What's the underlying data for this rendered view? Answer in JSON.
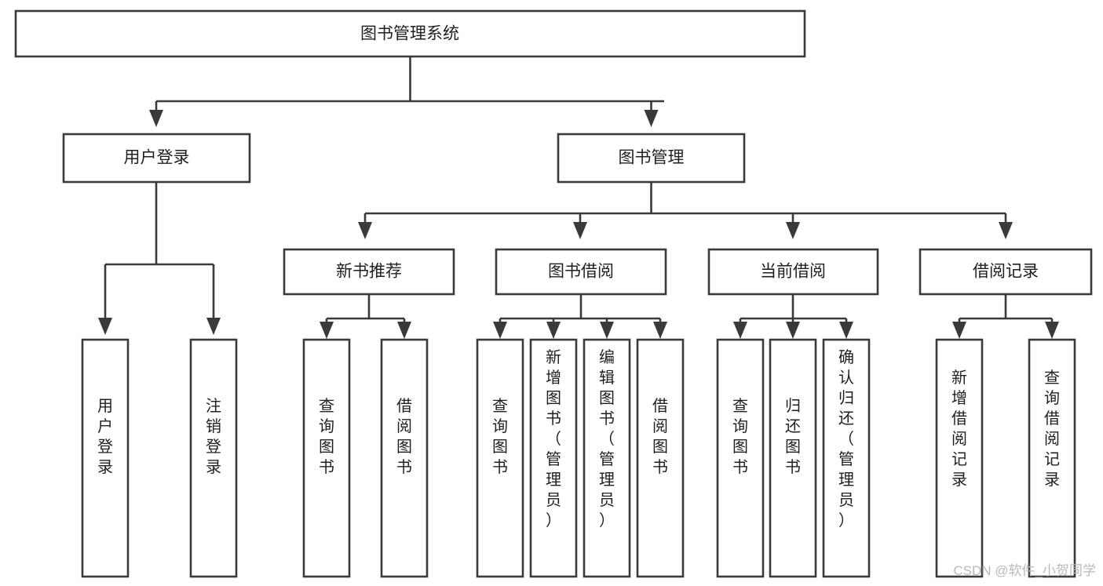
{
  "diagram": {
    "type": "tree-hierarchy",
    "title": "图书管理系统",
    "orientation": "top-down",
    "root": {
      "id": "root",
      "label": "图书管理系统",
      "level": 0
    },
    "level1": [
      {
        "id": "user-login",
        "label": "用户登录"
      },
      {
        "id": "book-manage",
        "label": "图书管理"
      }
    ],
    "level2": [
      {
        "id": "new-book-rec",
        "label": "新书推荐",
        "parent": "book-manage"
      },
      {
        "id": "book-borrow",
        "label": "图书借阅",
        "parent": "book-manage"
      },
      {
        "id": "current-borrow",
        "label": "当前借阅",
        "parent": "book-manage"
      },
      {
        "id": "borrow-record",
        "label": "借阅记录",
        "parent": "book-manage"
      }
    ],
    "leaves": [
      {
        "id": "leaf-user-login",
        "label": "用户登录",
        "parent": "user-login"
      },
      {
        "id": "leaf-user-logout",
        "label": "注销登录",
        "parent": "user-login"
      },
      {
        "id": "leaf-query-book-1",
        "label": "查询图书",
        "parent": "new-book-rec"
      },
      {
        "id": "leaf-borrow-book-1",
        "label": "借阅图书",
        "parent": "new-book-rec"
      },
      {
        "id": "leaf-query-book-2",
        "label": "查询图书",
        "parent": "book-borrow"
      },
      {
        "id": "leaf-add-book",
        "label": "新增图书（管理员）",
        "parent": "book-borrow"
      },
      {
        "id": "leaf-edit-book",
        "label": "编辑图书（管理员）",
        "parent": "book-borrow"
      },
      {
        "id": "leaf-borrow-book-2",
        "label": "借阅图书",
        "parent": "book-borrow"
      },
      {
        "id": "leaf-query-book-3",
        "label": "查询图书",
        "parent": "current-borrow"
      },
      {
        "id": "leaf-return-book",
        "label": "归还图书",
        "parent": "current-borrow"
      },
      {
        "id": "leaf-confirm-return",
        "label": "确认归还（管理员）",
        "parent": "current-borrow"
      },
      {
        "id": "leaf-add-record",
        "label": "新增借阅记录",
        "parent": "borrow-record"
      },
      {
        "id": "leaf-query-record",
        "label": "查询借阅记录",
        "parent": "borrow-record"
      }
    ],
    "colors": {
      "stroke": "#3a3a3a",
      "fill": "#ffffff",
      "text": "#1f1f1f",
      "watermark": "#b9b9b9",
      "background": "#ffffff"
    }
  },
  "watermark": {
    "text": "CSDN @软件_小贺同学"
  }
}
